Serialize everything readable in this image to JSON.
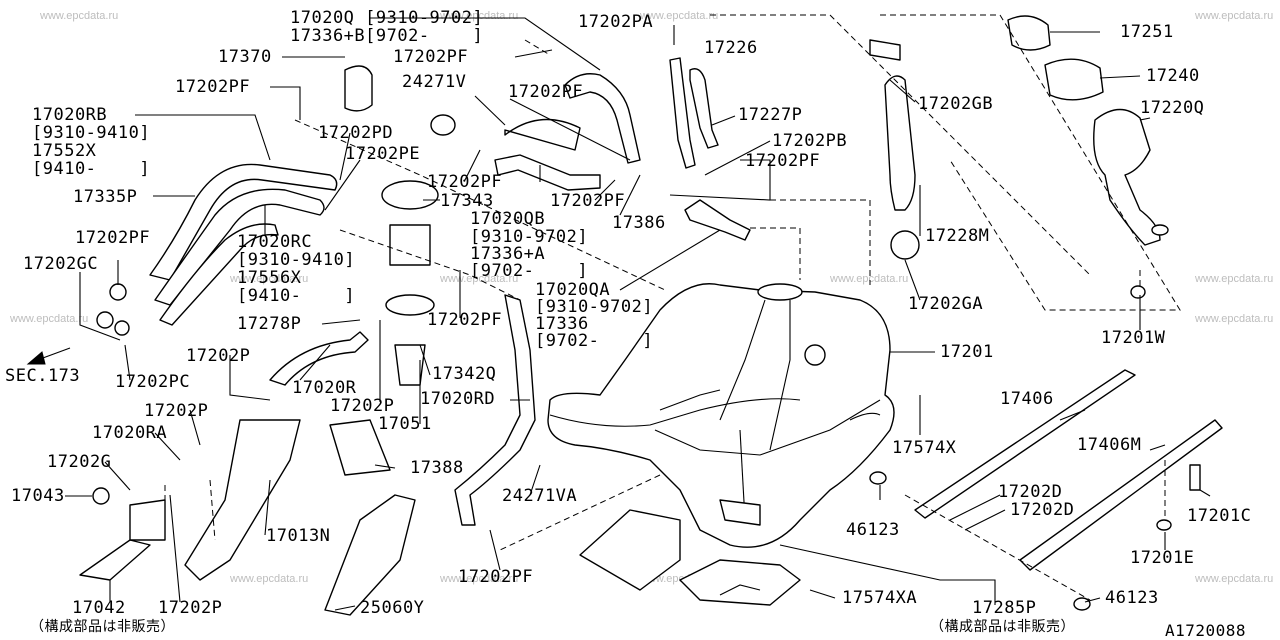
{
  "diagram_code": "A1720088",
  "notes": {
    "left": "（構成部品は非販売）",
    "right": "（構成部品は非販売）"
  },
  "reference": {
    "label": "SEC.173"
  },
  "watermark": "www.epcdata.ru",
  "parts": [
    {
      "id": "17020Q",
      "label": "17020Q [9310-9702]"
    },
    {
      "id": "17336B",
      "label": "17336+B[9702-    ]"
    },
    {
      "id": "17202PA",
      "label": "17202PA"
    },
    {
      "id": "17226",
      "label": "17226"
    },
    {
      "id": "17251",
      "label": "17251"
    },
    {
      "id": "17370",
      "label": "17370"
    },
    {
      "id": "17202PF_a",
      "label": "17202PF"
    },
    {
      "id": "24271V",
      "label": "24271V"
    },
    {
      "id": "17240",
      "label": "17240"
    },
    {
      "id": "17202PF_b",
      "label": "17202PF"
    },
    {
      "id": "17202PF_c",
      "label": "17202PF"
    },
    {
      "id": "17227P",
      "label": "17227P"
    },
    {
      "id": "17202GB",
      "label": "17202GB"
    },
    {
      "id": "17220Q",
      "label": "17220Q"
    },
    {
      "id": "17020RB",
      "label": "17020RB"
    },
    {
      "id": "17020RB_r1",
      "label": "[9310-9410]"
    },
    {
      "id": "17552X",
      "label": "17552X"
    },
    {
      "id": "17552X_r",
      "label": "[9410-    ]"
    },
    {
      "id": "17202PD",
      "label": "17202PD"
    },
    {
      "id": "17202PB",
      "label": "17202PB"
    },
    {
      "id": "17202PE",
      "label": "17202PE"
    },
    {
      "id": "17202PF_d",
      "label": "17202PF"
    },
    {
      "id": "17202PF_e",
      "label": "17202PF"
    },
    {
      "id": "17335P",
      "label": "17335P"
    },
    {
      "id": "17343",
      "label": "17343"
    },
    {
      "id": "17202PF_f",
      "label": "17202PF"
    },
    {
      "id": "17386",
      "label": "17386"
    },
    {
      "id": "17020QB",
      "label": "17020QB"
    },
    {
      "id": "17020QB_r1",
      "label": "[9310-9702]"
    },
    {
      "id": "17336A",
      "label": "17336+A"
    },
    {
      "id": "17336A_r",
      "label": "[9702-    ]"
    },
    {
      "id": "17228M",
      "label": "17228M"
    },
    {
      "id": "17202PF_g",
      "label": "17202PF"
    },
    {
      "id": "17020RC",
      "label": "17020RC"
    },
    {
      "id": "17020RC_r1",
      "label": "[9310-9410]"
    },
    {
      "id": "17556X",
      "label": "17556X"
    },
    {
      "id": "17556X_r",
      "label": "[9410-    ]"
    },
    {
      "id": "17202GC",
      "label": "17202GC"
    },
    {
      "id": "17020QA",
      "label": "17020QA"
    },
    {
      "id": "17020QA_r1",
      "label": "[9310-9702]"
    },
    {
      "id": "17336",
      "label": "17336"
    },
    {
      "id": "17336_r",
      "label": "[9702-    ]"
    },
    {
      "id": "17202GA",
      "label": "17202GA"
    },
    {
      "id": "17278P",
      "label": "17278P"
    },
    {
      "id": "17202PF_h",
      "label": "17202PF"
    },
    {
      "id": "17201W",
      "label": "17201W"
    },
    {
      "id": "17202PC",
      "label": "17202PC"
    },
    {
      "id": "17202P_a",
      "label": "17202P"
    },
    {
      "id": "17201",
      "label": "17201"
    },
    {
      "id": "17020R",
      "label": "17020R"
    },
    {
      "id": "17342Q",
      "label": "17342Q"
    },
    {
      "id": "17202P_b",
      "label": "17202P"
    },
    {
      "id": "17020RD",
      "label": "17020RD"
    },
    {
      "id": "17202P_c",
      "label": "17202P"
    },
    {
      "id": "17051",
      "label": "17051"
    },
    {
      "id": "17406",
      "label": "17406"
    },
    {
      "id": "17020RA",
      "label": "17020RA"
    },
    {
      "id": "17574X",
      "label": "17574X"
    },
    {
      "id": "17406M",
      "label": "17406M"
    },
    {
      "id": "17202G",
      "label": "17202G"
    },
    {
      "id": "17388",
      "label": "17388"
    },
    {
      "id": "17043",
      "label": "17043"
    },
    {
      "id": "24271VA",
      "label": "24271VA"
    },
    {
      "id": "17202D_a",
      "label": "17202D"
    },
    {
      "id": "17202D_b",
      "label": "17202D"
    },
    {
      "id": "17201C",
      "label": "17201C"
    },
    {
      "id": "17013N",
      "label": "17013N"
    },
    {
      "id": "46123_a",
      "label": "46123"
    },
    {
      "id": "17201E",
      "label": "17201E"
    },
    {
      "id": "17202PF_i",
      "label": "17202PF"
    },
    {
      "id": "17042",
      "label": "17042"
    },
    {
      "id": "17202P_d",
      "label": "17202P"
    },
    {
      "id": "25060Y",
      "label": "25060Y"
    },
    {
      "id": "17574XA",
      "label": "17574XA"
    },
    {
      "id": "17285P",
      "label": "17285P"
    },
    {
      "id": "46123_b",
      "label": "46123"
    }
  ]
}
